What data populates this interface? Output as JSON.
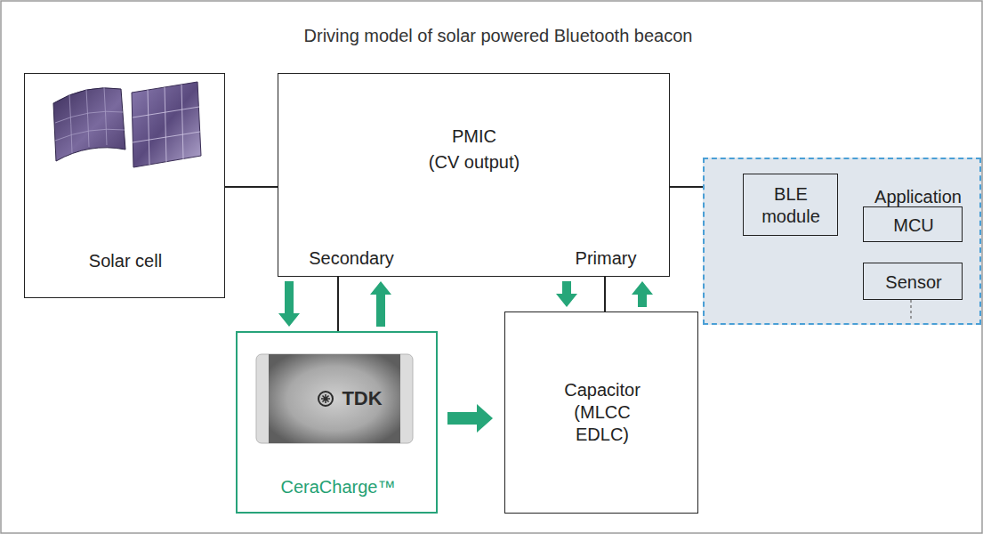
{
  "diagram": {
    "title": "Driving model of solar powered Bluetooth beacon",
    "nodes": [
      {
        "text": [
          "Solar cell"
        ]
      },
      {
        "text": [
          "PMIC",
          "(CV output)",
          "Secondary",
          "Primary"
        ]
      },
      {
        "text": [
          "Application"
        ]
      },
      {
        "text": [
          "BLE module"
        ],
        "in": 2
      },
      {
        "text": [
          "MCU"
        ],
        "in": 2
      },
      {
        "text": [
          "Sensor"
        ],
        "in": 2
      },
      {
        "text": [
          "CeraCharge™"
        ]
      },
      {
        "text": [
          "Capacitor",
          "(MLCC EDLC)"
        ]
      }
    ],
    "edges": [
      {
        "from": 0,
        "to": 1,
        "arrow": "none"
      },
      {
        "from": 1,
        "to": 2,
        "arrow": "none"
      },
      {
        "from": 1,
        "to": 6,
        "arrow": "both"
      },
      {
        "from": 1,
        "to": 7,
        "arrow": "both"
      },
      {
        "from": 6,
        "to": 7,
        "arrow": "to"
      }
    ],
    "labels": [
      "TDK"
    ]
  }
}
